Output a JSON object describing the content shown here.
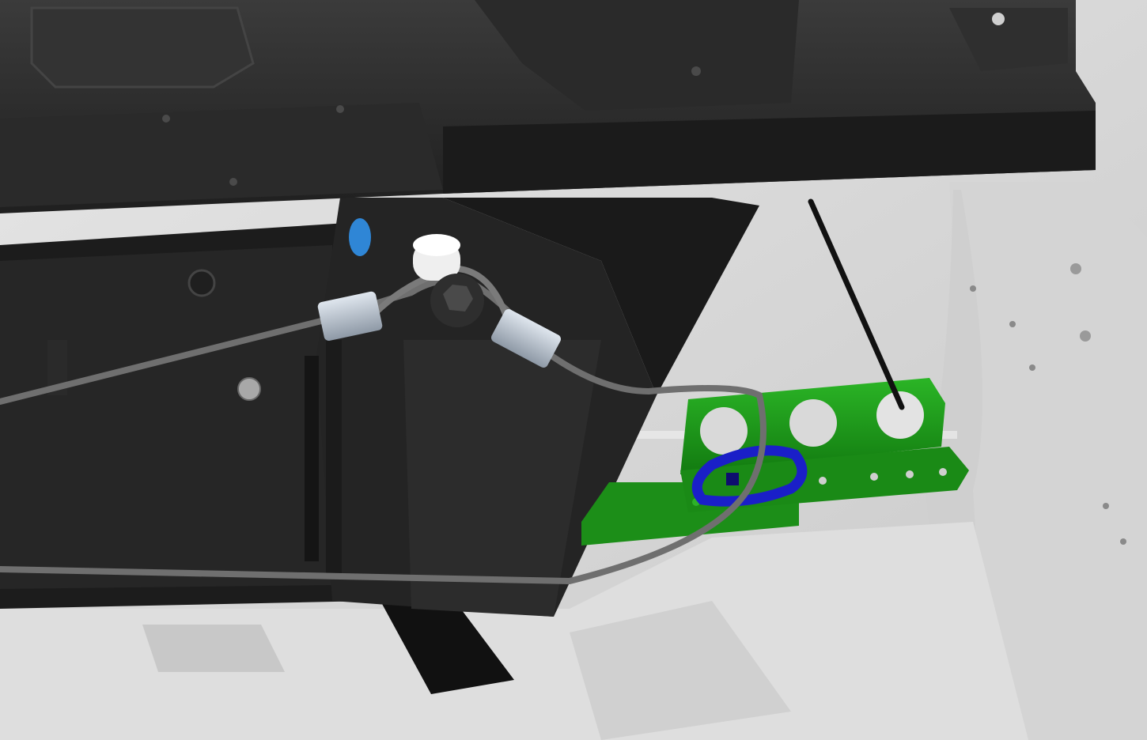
{
  "scene": {
    "kind": "3D CAD render",
    "parts": [
      "seat-base-frame",
      "seat-riser",
      "floor-panel",
      "anchor-bracket",
      "d-ring",
      "steel-cable",
      "cable-ferrule",
      "pulley-spacer",
      "hex-bolt",
      "vertical-rod"
    ]
  },
  "colors": {
    "background": "#ffffff",
    "floor": "#d9d9d9",
    "floor_shadow": "#bdbdbd",
    "frame_dark": "#1e1e1e",
    "frame_mid": "#2d2d2d",
    "frame_light": "#3a3a3a",
    "bracket_green": "#1f9a1b",
    "bracket_green_dark": "#137312",
    "dring_blue": "#1a1fc8",
    "cable": "#6f6f6f",
    "ferrule": "#b8c2cf",
    "accent_blue": "#2f86d6"
  }
}
